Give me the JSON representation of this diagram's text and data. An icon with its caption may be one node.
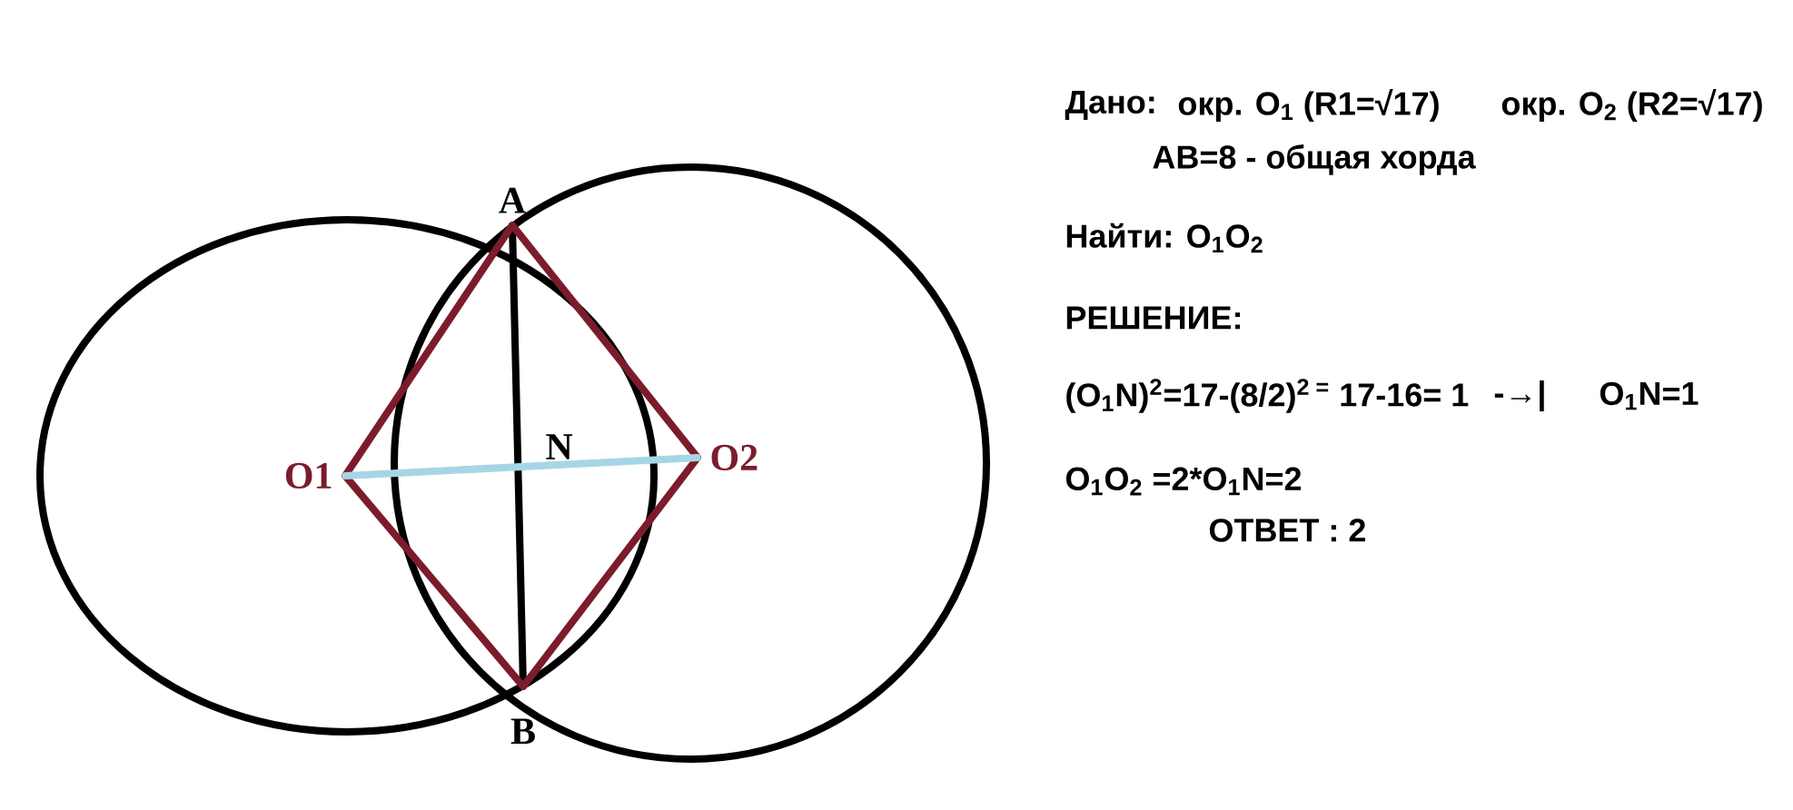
{
  "diagram": {
    "nodes": [
      {
        "text": [
          "A"
        ]
      },
      {
        "text": [
          "O1"
        ]
      },
      {
        "text": [
          "O2"
        ]
      },
      {
        "text": [
          "B"
        ]
      }
    ],
    "edges": [
      {
        "from": 0,
        "to": 3,
        "arrow": "none",
        "color": "#000000"
      },
      {
        "from": 1,
        "to": 0,
        "arrow": "none"
      },
      {
        "from": 0,
        "to": 2,
        "arrow": "none"
      },
      {
        "from": 2,
        "to": 3,
        "arrow": "none"
      },
      {
        "from": 3,
        "to": 1,
        "arrow": "none"
      },
      {
        "from": 1,
        "to": 2,
        "arrow": "none",
        "color": "#a6d6e6"
      }
    ],
    "labels": [
      "N",
      "Дано:",
      "окр. O$_{1}$ (R1=√17)",
      "окр. O$_{2}$ (R2=√17)",
      "AB=8  - общая хорда",
      "Найти:  O$_{1}$O$_{2}$",
      "РЕШЕНИЕ:",
      "(O$_{1}$N)$^{2}$=17-(8/2)$^{2 =}$ 17-16= 1",
      "-→|",
      "O$_{1}$N=1",
      "O$_{1}$O$_{2}$ =2*O$_{1}$N=2",
      "ОТВЕТ  :   2"
    ]
  }
}
